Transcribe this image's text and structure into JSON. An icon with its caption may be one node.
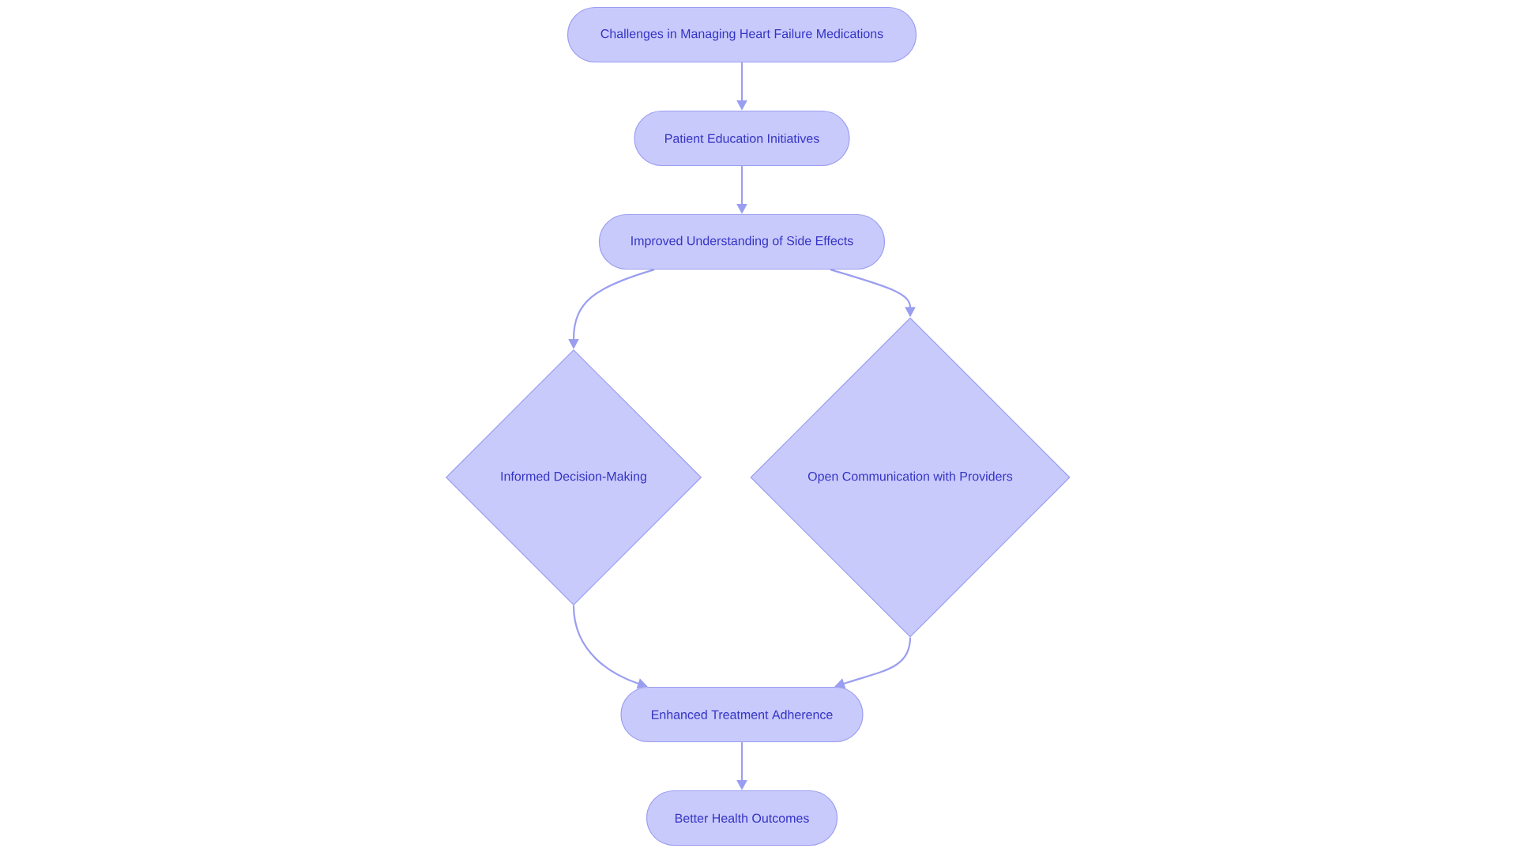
{
  "diagram": {
    "nodes": [
      {
        "text": [
          "Challenges in Managing Heart Failure Medications"
        ]
      },
      {
        "text": [
          "Patient Education Initiatives"
        ]
      },
      {
        "text": [
          "Improved Understanding of Side Effects"
        ]
      },
      {
        "text": [
          "Informed Decision-Making"
        ]
      },
      {
        "text": [
          "Open Communication with Providers"
        ]
      },
      {
        "text": [
          "Enhanced Treatment Adherence"
        ]
      },
      {
        "text": [
          "Better Health Outcomes"
        ]
      }
    ],
    "edges": [
      {
        "from": 0,
        "to": 1,
        "arrow": "to"
      },
      {
        "from": 1,
        "to": 2,
        "arrow": "to"
      },
      {
        "from": 2,
        "to": 3,
        "arrow": "to"
      },
      {
        "from": 2,
        "to": 4,
        "arrow": "to"
      },
      {
        "from": 3,
        "to": 5,
        "arrow": "to"
      },
      {
        "from": 4,
        "to": 5,
        "arrow": "to"
      },
      {
        "from": 5,
        "to": 6,
        "arrow": "to"
      }
    ]
  }
}
